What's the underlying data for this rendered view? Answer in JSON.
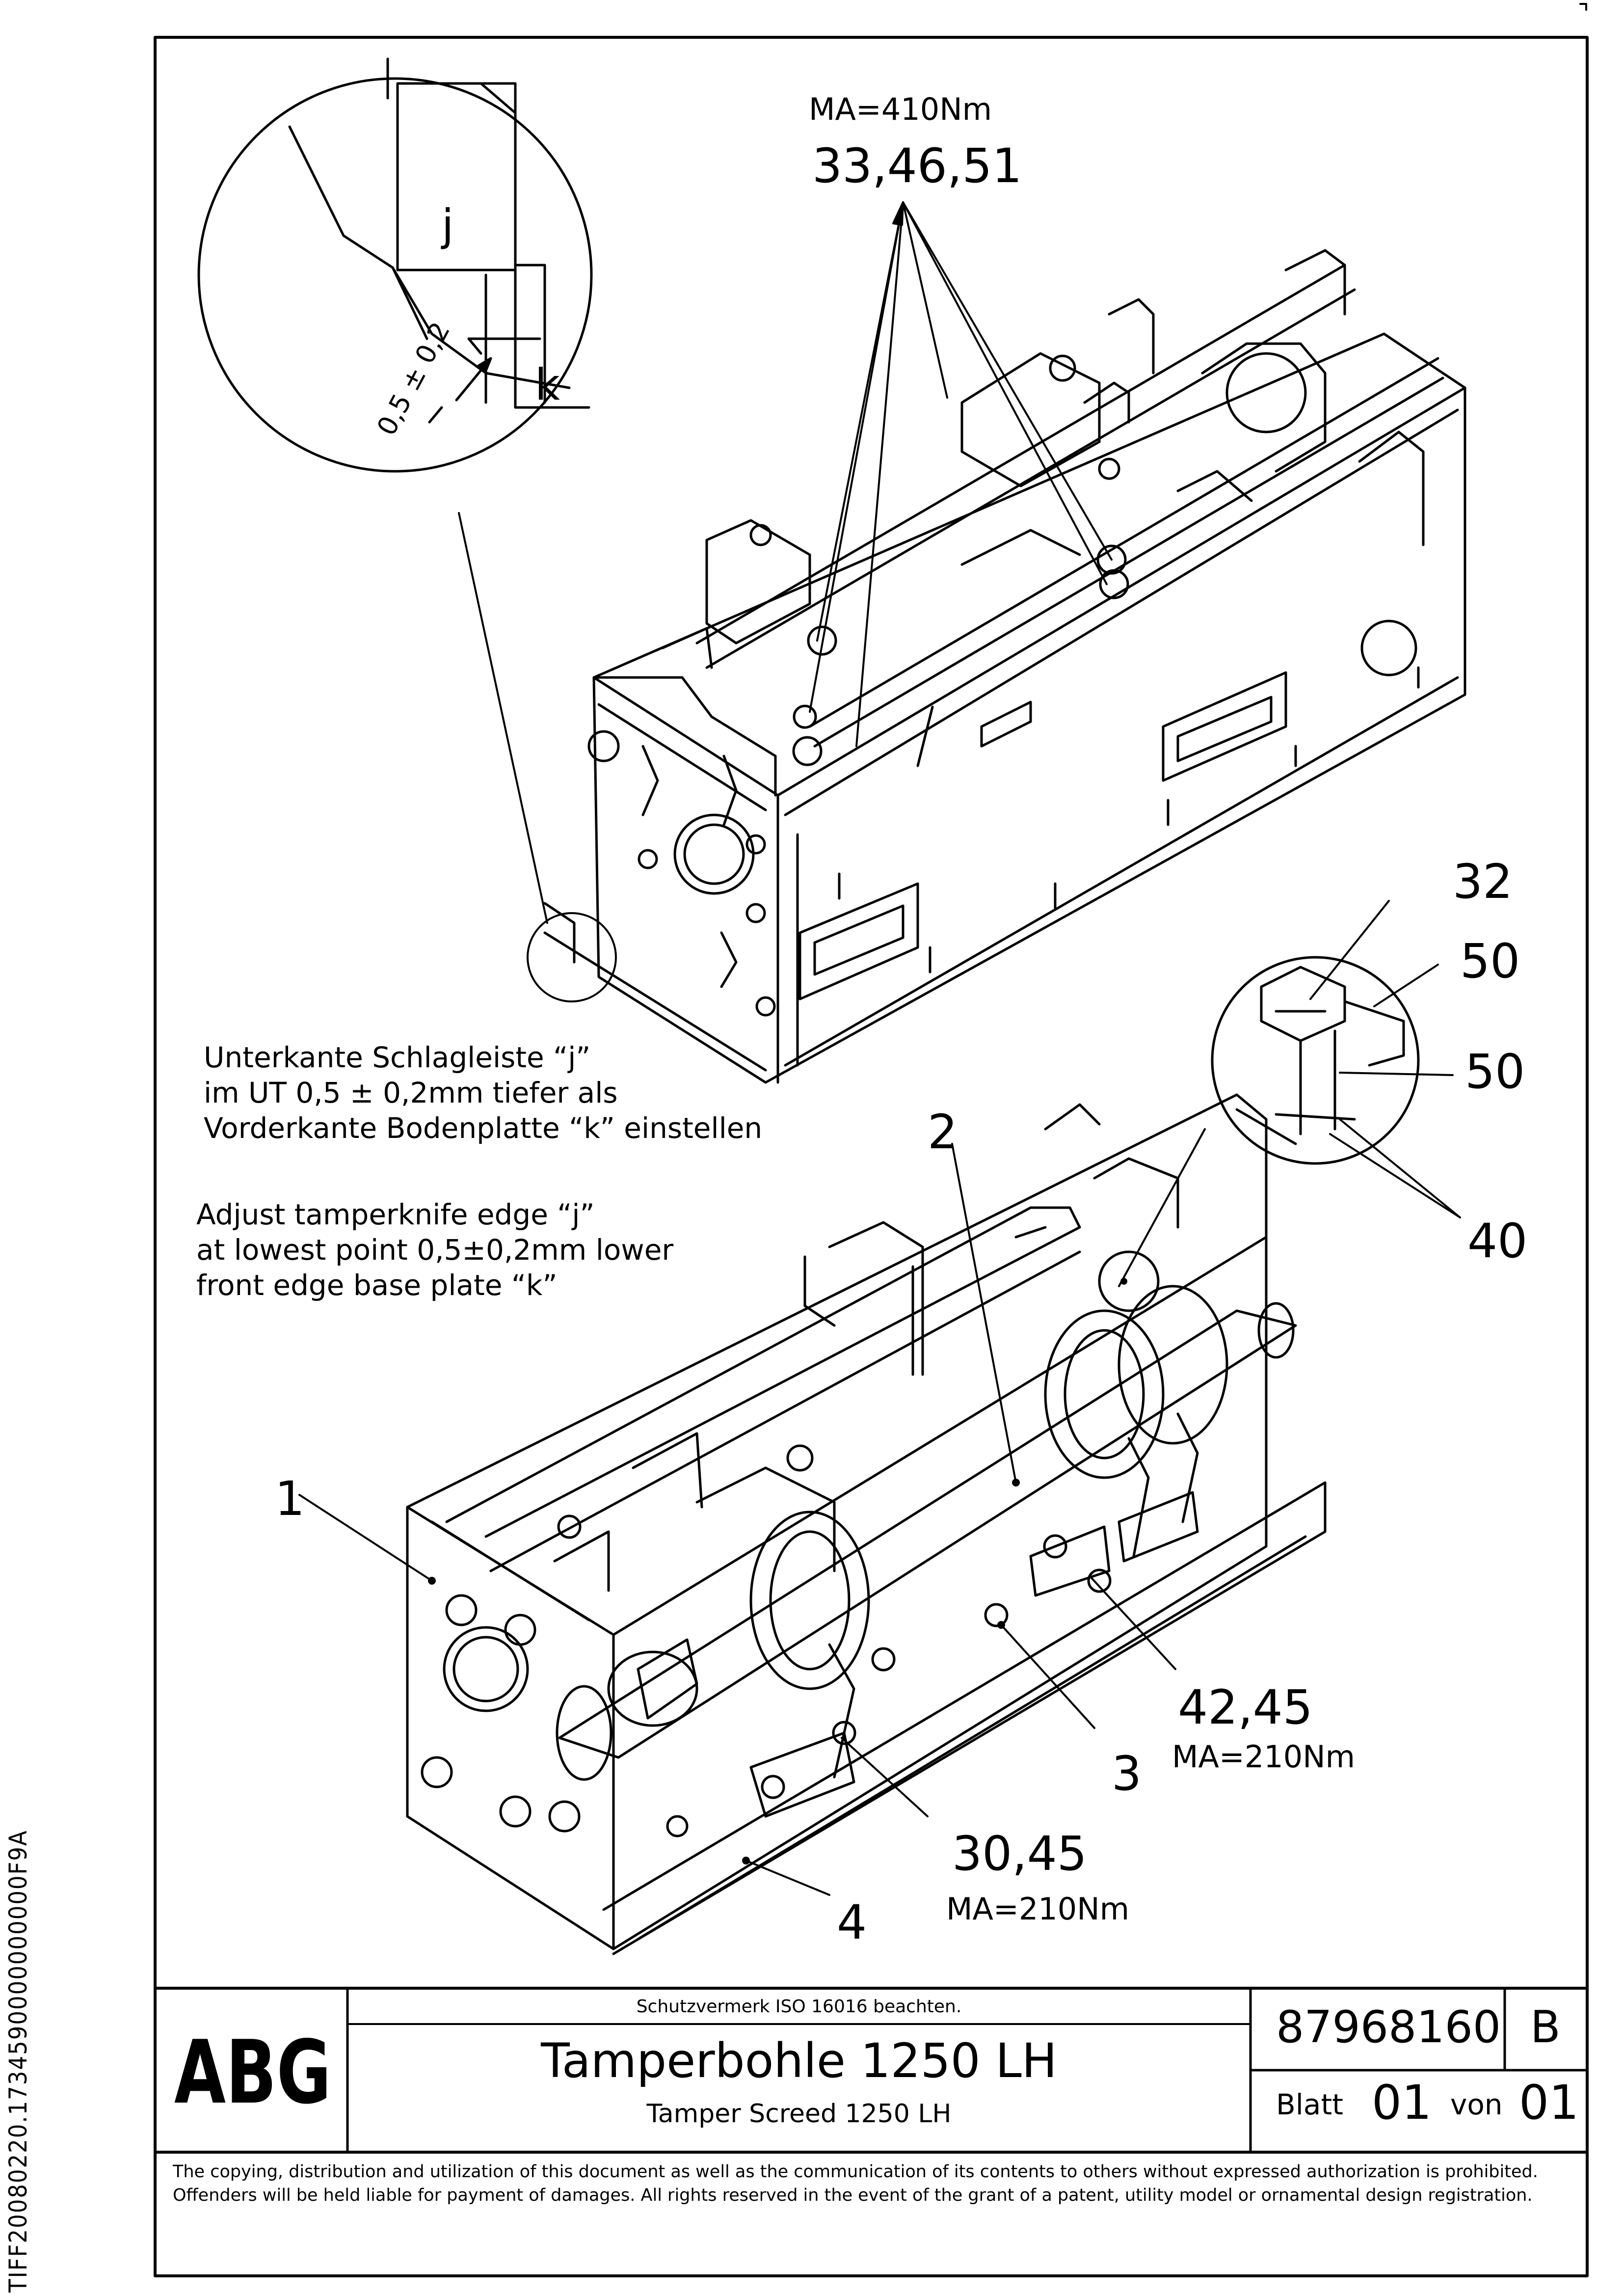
{
  "side_identifier": "TIFF20080220.1734590000000000F9A",
  "callouts": {
    "upper_torque": "MA=410Nm",
    "upper_parts": "33,46,51",
    "j": "j",
    "k": "k",
    "tolerance": "0,5 ± 0,2",
    "p32": "32",
    "p50a": "50",
    "p50b": "50",
    "p40": "40",
    "p2": "2",
    "p1": "1",
    "p42_45": "42,45",
    "torque_42_45": "MA=210Nm",
    "p3": "3",
    "p30_45": "30,45",
    "torque_30_45": "MA=210Nm",
    "p4": "4"
  },
  "notes": {
    "de_line1": "Unterkante Schlagleiste “j”",
    "de_line2": "im UT 0,5 ± 0,2mm tiefer als",
    "de_line3": "Vorderkante Bodenplatte “k” einstellen",
    "en_line1": "Adjust tamperknife edge “j”",
    "en_line2": "at lowest point  0,5±0,2mm lower",
    "en_line3": "front edge base plate “k”"
  },
  "title_block": {
    "logo": "ABG",
    "protection_note": "Schutzvermerk ISO 16016 beachten.",
    "title_de": "Tamperbohle 1250 LH",
    "title_en": "Tamper Screed 1250 LH",
    "drawing_number": "87968160",
    "revision": "B",
    "sheet_label": "Blatt",
    "sheet_number": "01",
    "of_label": "von",
    "total_sheets": "01"
  },
  "copyright": "The copying, distribution and utilization of this document as well as the communication of its contents to others without expressed authorization is prohibited. Offenders will be held liable for payment of damages. All rights reserved in the event of the grant of a patent, utility model or ornamental design registration."
}
